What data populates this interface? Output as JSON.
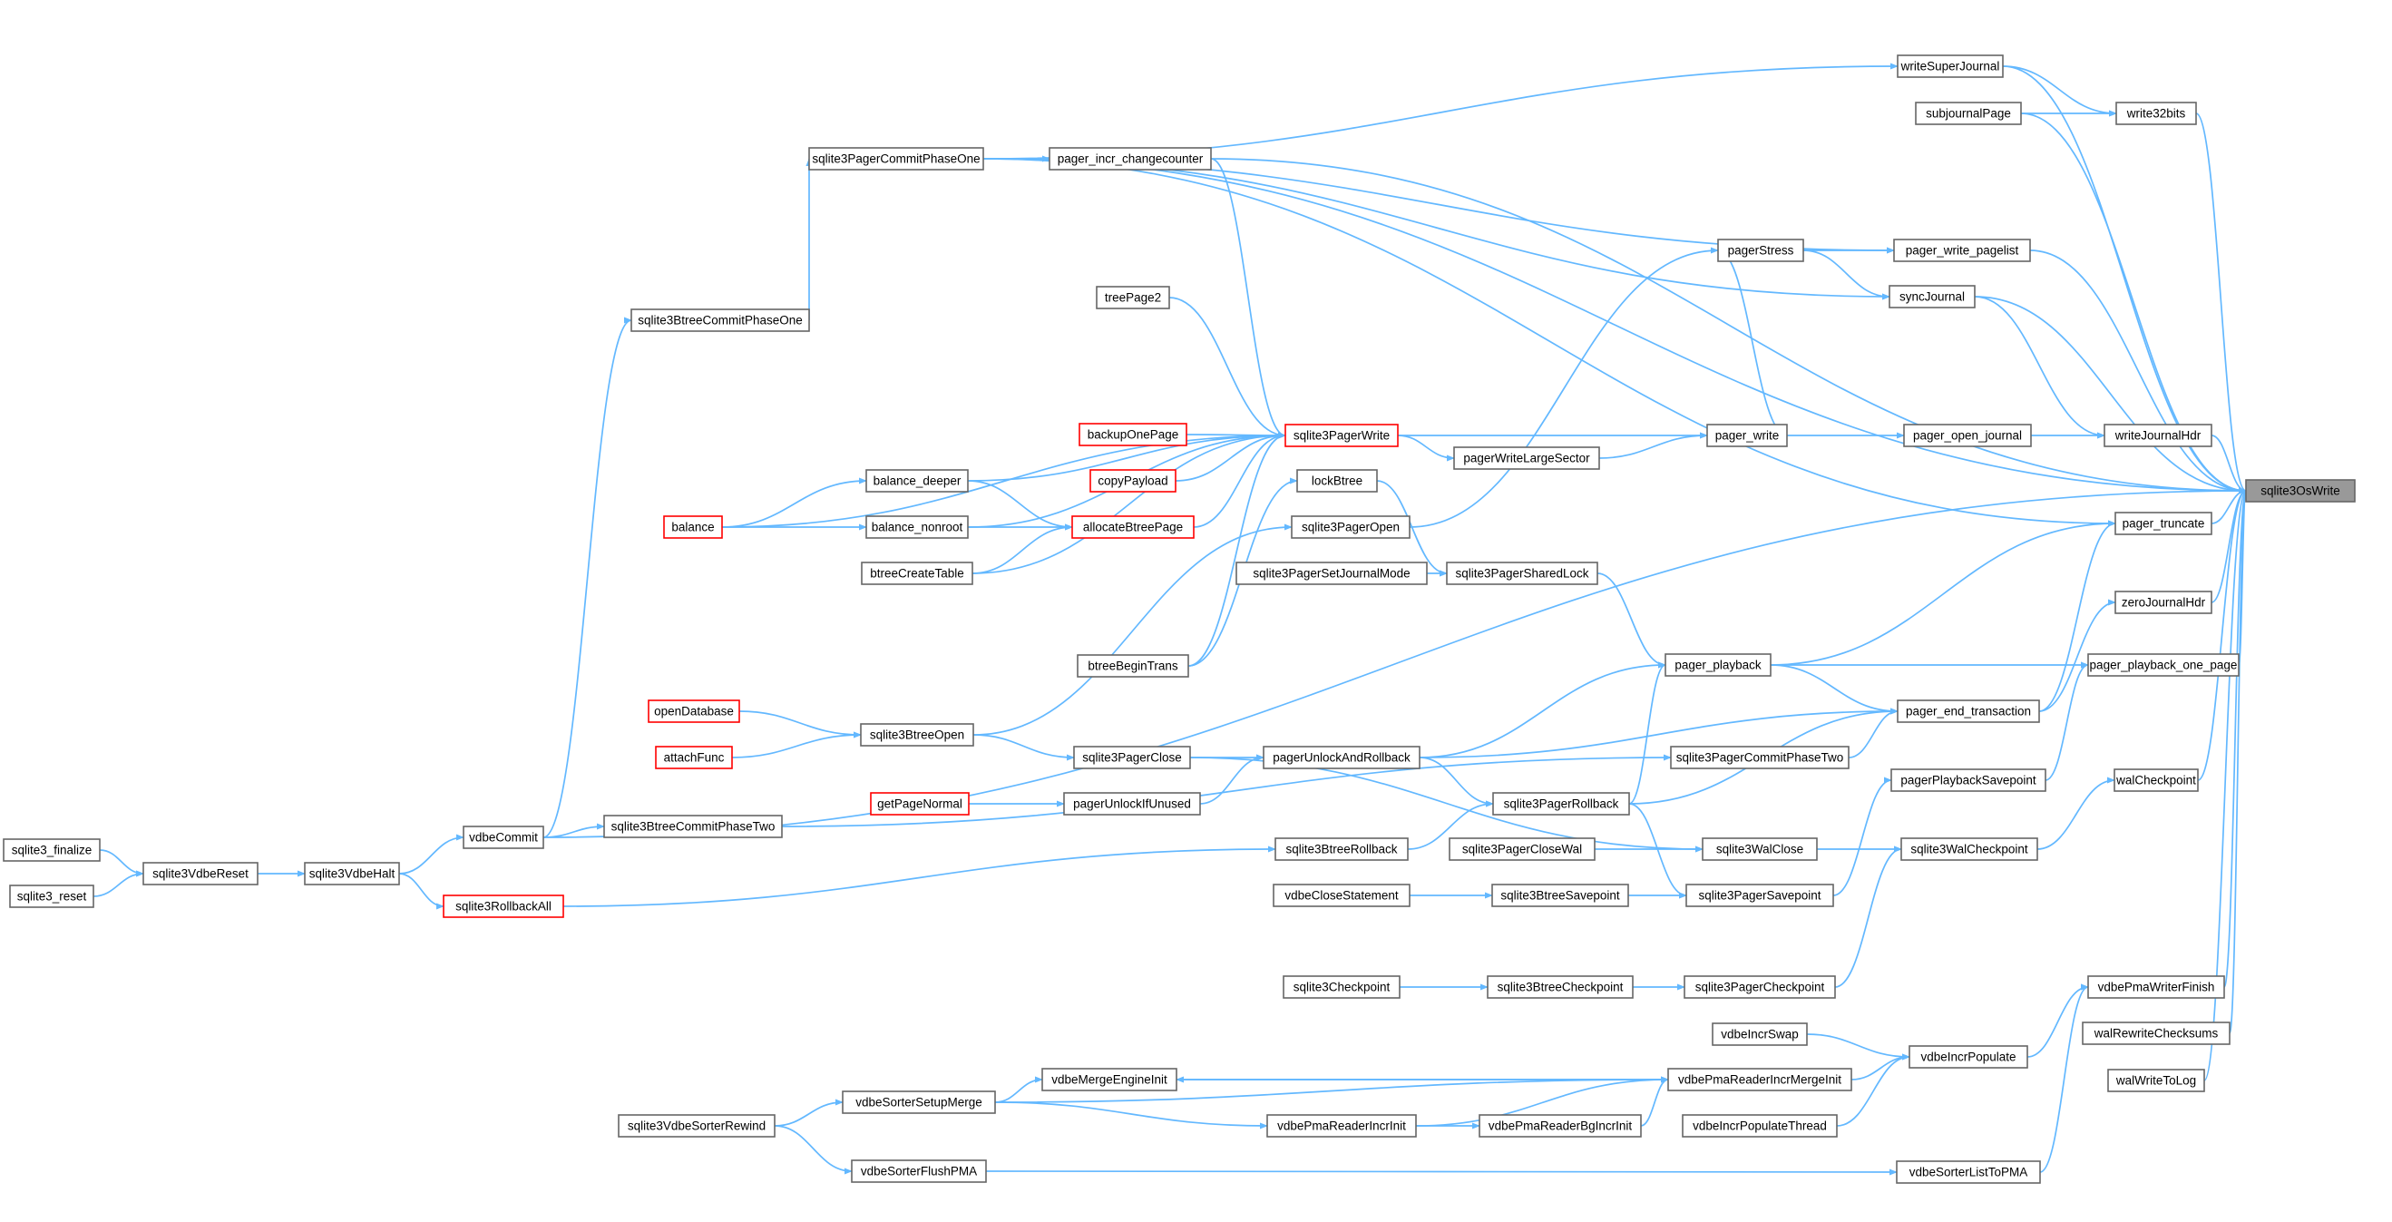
{
  "nodes": [
    {
      "id": "sqlite3OsWrite",
      "label": "sqlite3OsWrite",
      "style": "root"
    },
    {
      "id": "writeSuperJournal",
      "label": "writeSuperJournal"
    },
    {
      "id": "write32bits",
      "label": "write32bits"
    },
    {
      "id": "subjournalPage",
      "label": "subjournalPage"
    },
    {
      "id": "sqlite3PagerCommitPhaseOne",
      "label": "sqlite3PagerCommitPhaseOne"
    },
    {
      "id": "pager_incr_changecounter",
      "label": "pager_incr_changecounter"
    },
    {
      "id": "pagerStress",
      "label": "pagerStress"
    },
    {
      "id": "pager_write_pagelist",
      "label": "pager_write_pagelist"
    },
    {
      "id": "syncJournal",
      "label": "syncJournal"
    },
    {
      "id": "sqlite3BtreeCommitPhaseOne",
      "label": "sqlite3BtreeCommitPhaseOne"
    },
    {
      "id": "treePage2",
      "label": "treePage2"
    },
    {
      "id": "backupOnePage",
      "label": "backupOnePage",
      "style": "red"
    },
    {
      "id": "sqlite3PagerWrite",
      "label": "sqlite3PagerWrite",
      "style": "red"
    },
    {
      "id": "pagerWriteLargeSector",
      "label": "pagerWriteLargeSector"
    },
    {
      "id": "pager_write",
      "label": "pager_write"
    },
    {
      "id": "pager_open_journal",
      "label": "pager_open_journal"
    },
    {
      "id": "writeJournalHdr",
      "label": "writeJournalHdr"
    },
    {
      "id": "balance_deeper",
      "label": "balance_deeper"
    },
    {
      "id": "copyPayload",
      "label": "copyPayload",
      "style": "red"
    },
    {
      "id": "lockBtree",
      "label": "lockBtree"
    },
    {
      "id": "pager_truncate",
      "label": "pager_truncate"
    },
    {
      "id": "balance",
      "label": "balance",
      "style": "red"
    },
    {
      "id": "balance_nonroot",
      "label": "balance_nonroot"
    },
    {
      "id": "allocateBtreePage",
      "label": "allocateBtreePage",
      "style": "red"
    },
    {
      "id": "sqlite3PagerOpen",
      "label": "sqlite3PagerOpen"
    },
    {
      "id": "btreeCreateTable",
      "label": "btreeCreateTable"
    },
    {
      "id": "sqlite3PagerSetJournalMode",
      "label": "sqlite3PagerSetJournalMode"
    },
    {
      "id": "sqlite3PagerSharedLock",
      "label": "sqlite3PagerSharedLock"
    },
    {
      "id": "zeroJournalHdr",
      "label": "zeroJournalHdr"
    },
    {
      "id": "btreeBeginTrans",
      "label": "btreeBeginTrans"
    },
    {
      "id": "pager_playback",
      "label": "pager_playback"
    },
    {
      "id": "pager_playback_one_page",
      "label": "pager_playback_one_page"
    },
    {
      "id": "openDatabase",
      "label": "openDatabase",
      "style": "red"
    },
    {
      "id": "pager_end_transaction",
      "label": "pager_end_transaction"
    },
    {
      "id": "sqlite3BtreeOpen",
      "label": "sqlite3BtreeOpen"
    },
    {
      "id": "attachFunc",
      "label": "attachFunc",
      "style": "red"
    },
    {
      "id": "sqlite3PagerClose",
      "label": "sqlite3PagerClose"
    },
    {
      "id": "pagerUnlockAndRollback",
      "label": "pagerUnlockAndRollback"
    },
    {
      "id": "sqlite3PagerCommitPhaseTwo",
      "label": "sqlite3PagerCommitPhaseTwo"
    },
    {
      "id": "pagerPlaybackSavepoint",
      "label": "pagerPlaybackSavepoint"
    },
    {
      "id": "walCheckpoint",
      "label": "walCheckpoint"
    },
    {
      "id": "getPageNormal",
      "label": "getPageNormal",
      "style": "red"
    },
    {
      "id": "pagerUnlockIfUnused",
      "label": "pagerUnlockIfUnused"
    },
    {
      "id": "sqlite3PagerRollback",
      "label": "sqlite3PagerRollback"
    },
    {
      "id": "sqlite3_finalize",
      "label": "sqlite3_finalize"
    },
    {
      "id": "vdbeCommit",
      "label": "vdbeCommit"
    },
    {
      "id": "sqlite3BtreeCommitPhaseTwo",
      "label": "sqlite3BtreeCommitPhaseTwo"
    },
    {
      "id": "sqlite3VdbeReset",
      "label": "sqlite3VdbeReset"
    },
    {
      "id": "sqlite3VdbeHalt",
      "label": "sqlite3VdbeHalt"
    },
    {
      "id": "sqlite3BtreeRollback",
      "label": "sqlite3BtreeRollback"
    },
    {
      "id": "sqlite3PagerCloseWal",
      "label": "sqlite3PagerCloseWal"
    },
    {
      "id": "sqlite3WalClose",
      "label": "sqlite3WalClose"
    },
    {
      "id": "sqlite3WalCheckpoint",
      "label": "sqlite3WalCheckpoint"
    },
    {
      "id": "sqlite3_reset",
      "label": "sqlite3_reset"
    },
    {
      "id": "sqlite3RollbackAll",
      "label": "sqlite3RollbackAll",
      "style": "red"
    },
    {
      "id": "vdbeCloseStatement",
      "label": "vdbeCloseStatement"
    },
    {
      "id": "sqlite3BtreeSavepoint",
      "label": "sqlite3BtreeSavepoint"
    },
    {
      "id": "sqlite3PagerSavepoint",
      "label": "sqlite3PagerSavepoint"
    },
    {
      "id": "sqlite3Checkpoint",
      "label": "sqlite3Checkpoint"
    },
    {
      "id": "sqlite3BtreeCheckpoint",
      "label": "sqlite3BtreeCheckpoint"
    },
    {
      "id": "sqlite3PagerCheckpoint",
      "label": "sqlite3PagerCheckpoint"
    },
    {
      "id": "vdbePmaWriterFinish",
      "label": "vdbePmaWriterFinish"
    },
    {
      "id": "vdbeIncrSwap",
      "label": "vdbeIncrSwap"
    },
    {
      "id": "walRewriteChecksums",
      "label": "walRewriteChecksums"
    },
    {
      "id": "vdbeIncrPopulate",
      "label": "vdbeIncrPopulate"
    },
    {
      "id": "vdbeMergeEngineInit",
      "label": "vdbeMergeEngineInit"
    },
    {
      "id": "vdbePmaReaderIncrMergeInit",
      "label": "vdbePmaReaderIncrMergeInit"
    },
    {
      "id": "walWriteToLog",
      "label": "walWriteToLog"
    },
    {
      "id": "vdbeSorterSetupMerge",
      "label": "vdbeSorterSetupMerge"
    },
    {
      "id": "sqlite3VdbeSorterRewind",
      "label": "sqlite3VdbeSorterRewind"
    },
    {
      "id": "vdbePmaReaderIncrInit",
      "label": "vdbePmaReaderIncrInit"
    },
    {
      "id": "vdbePmaReaderBgIncrInit",
      "label": "vdbePmaReaderBgIncrInit"
    },
    {
      "id": "vdbeIncrPopulateThread",
      "label": "vdbeIncrPopulateThread"
    },
    {
      "id": "vdbeSorterFlushPMA",
      "label": "vdbeSorterFlushPMA"
    },
    {
      "id": "vdbeSorterListToPMA",
      "label": "vdbeSorterListToPMA"
    }
  ],
  "edges": [
    [
      "write32bits",
      "sqlite3OsWrite"
    ],
    [
      "writeSuperJournal",
      "write32bits"
    ],
    [
      "writeSuperJournal",
      "sqlite3OsWrite"
    ],
    [
      "subjournalPage",
      "write32bits"
    ],
    [
      "subjournalPage",
      "sqlite3OsWrite"
    ],
    [
      "sqlite3PagerCommitPhaseOne",
      "writeSuperJournal"
    ],
    [
      "sqlite3PagerCommitPhaseOne",
      "pager_incr_changecounter"
    ],
    [
      "sqlite3PagerCommitPhaseOne",
      "pager_write_pagelist"
    ],
    [
      "sqlite3PagerCommitPhaseOne",
      "syncJournal"
    ],
    [
      "sqlite3PagerCommitPhaseOne",
      "pager_truncate"
    ],
    [
      "sqlite3PagerCommitPhaseOne",
      "sqlite3OsWrite"
    ],
    [
      "pager_incr_changecounter",
      "sqlite3OsWrite"
    ],
    [
      "pager_incr_changecounter",
      "sqlite3PagerWrite"
    ],
    [
      "pagerStress",
      "pager_write_pagelist"
    ],
    [
      "pagerStress",
      "syncJournal"
    ],
    [
      "pager_write_pagelist",
      "sqlite3OsWrite"
    ],
    [
      "syncJournal",
      "sqlite3OsWrite"
    ],
    [
      "syncJournal",
      "writeJournalHdr"
    ],
    [
      "sqlite3BtreeCommitPhaseOne",
      "sqlite3PagerCommitPhaseOne"
    ],
    [
      "treePage2",
      "sqlite3PagerWrite"
    ],
    [
      "backupOnePage",
      "sqlite3PagerWrite"
    ],
    [
      "sqlite3PagerWrite",
      "pagerWriteLargeSector"
    ],
    [
      "sqlite3PagerWrite",
      "pager_write"
    ],
    [
      "pagerWriteLargeSector",
      "pager_write"
    ],
    [
      "pager_write",
      "pager_open_journal"
    ],
    [
      "pager_write",
      "pagerStress"
    ],
    [
      "pager_open_journal",
      "writeJournalHdr"
    ],
    [
      "writeJournalHdr",
      "sqlite3OsWrite"
    ],
    [
      "balance_deeper",
      "sqlite3PagerWrite"
    ],
    [
      "balance_deeper",
      "allocateBtreePage"
    ],
    [
      "copyPayload",
      "sqlite3PagerWrite"
    ],
    [
      "lockBtree",
      "sqlite3PagerSharedLock"
    ],
    [
      "pager_truncate",
      "sqlite3OsWrite"
    ],
    [
      "balance",
      "balance_deeper"
    ],
    [
      "balance",
      "balance_nonroot"
    ],
    [
      "balance",
      "sqlite3PagerWrite"
    ],
    [
      "balance_nonroot",
      "allocateBtreePage"
    ],
    [
      "balance_nonroot",
      "sqlite3PagerWrite"
    ],
    [
      "allocateBtreePage",
      "sqlite3PagerWrite"
    ],
    [
      "sqlite3PagerOpen",
      "pagerStress"
    ],
    [
      "btreeCreateTable",
      "allocateBtreePage"
    ],
    [
      "btreeCreateTable",
      "sqlite3PagerWrite"
    ],
    [
      "sqlite3PagerSetJournalMode",
      "sqlite3PagerSharedLock"
    ],
    [
      "sqlite3PagerSharedLock",
      "pager_playback"
    ],
    [
      "zeroJournalHdr",
      "sqlite3OsWrite"
    ],
    [
      "btreeBeginTrans",
      "lockBtree"
    ],
    [
      "btreeBeginTrans",
      "sqlite3PagerWrite"
    ],
    [
      "pager_playback",
      "pager_truncate"
    ],
    [
      "pager_playback",
      "pager_playback_one_page"
    ],
    [
      "pager_playback",
      "pager_end_transaction"
    ],
    [
      "pager_playback_one_page",
      "sqlite3OsWrite"
    ],
    [
      "openDatabase",
      "sqlite3BtreeOpen"
    ],
    [
      "attachFunc",
      "sqlite3BtreeOpen"
    ],
    [
      "pager_end_transaction",
      "pager_truncate"
    ],
    [
      "pager_end_transaction",
      "zeroJournalHdr"
    ],
    [
      "sqlite3BtreeOpen",
      "sqlite3PagerOpen"
    ],
    [
      "sqlite3BtreeOpen",
      "sqlite3PagerClose"
    ],
    [
      "sqlite3PagerClose",
      "pagerUnlockAndRollback"
    ],
    [
      "sqlite3PagerClose",
      "sqlite3WalClose"
    ],
    [
      "pagerUnlockAndRollback",
      "pager_end_transaction"
    ],
    [
      "pagerUnlockAndRollback",
      "sqlite3PagerRollback"
    ],
    [
      "pagerUnlockAndRollback",
      "pager_playback"
    ],
    [
      "sqlite3PagerCommitPhaseTwo",
      "pager_end_transaction"
    ],
    [
      "pagerPlaybackSavepoint",
      "pager_playback_one_page"
    ],
    [
      "walCheckpoint",
      "sqlite3OsWrite"
    ],
    [
      "getPageNormal",
      "pagerUnlockIfUnused"
    ],
    [
      "pagerUnlockIfUnused",
      "pagerUnlockAndRollback"
    ],
    [
      "sqlite3PagerRollback",
      "pager_playback"
    ],
    [
      "sqlite3PagerRollback",
      "pager_end_transaction"
    ],
    [
      "sqlite3PagerRollback",
      "sqlite3PagerSavepoint"
    ],
    [
      "sqlite3_finalize",
      "sqlite3VdbeReset"
    ],
    [
      "vdbeCommit",
      "sqlite3BtreeCommitPhaseOne"
    ],
    [
      "vdbeCommit",
      "sqlite3BtreeCommitPhaseTwo"
    ],
    [
      "vdbeCommit",
      "sqlite3OsWrite"
    ],
    [
      "sqlite3BtreeCommitPhaseTwo",
      "sqlite3PagerCommitPhaseTwo"
    ],
    [
      "sqlite3VdbeReset",
      "sqlite3VdbeHalt"
    ],
    [
      "sqlite3VdbeHalt",
      "vdbeCommit"
    ],
    [
      "sqlite3VdbeHalt",
      "sqlite3RollbackAll"
    ],
    [
      "sqlite3BtreeRollback",
      "sqlite3PagerRollback"
    ],
    [
      "sqlite3PagerCloseWal",
      "sqlite3WalClose"
    ],
    [
      "sqlite3WalClose",
      "sqlite3WalCheckpoint"
    ],
    [
      "sqlite3WalCheckpoint",
      "walCheckpoint"
    ],
    [
      "sqlite3_reset",
      "sqlite3VdbeReset"
    ],
    [
      "sqlite3RollbackAll",
      "sqlite3BtreeRollback"
    ],
    [
      "vdbeCloseStatement",
      "sqlite3BtreeSavepoint"
    ],
    [
      "sqlite3BtreeSavepoint",
      "sqlite3PagerSavepoint"
    ],
    [
      "sqlite3PagerSavepoint",
      "pagerPlaybackSavepoint"
    ],
    [
      "sqlite3Checkpoint",
      "sqlite3BtreeCheckpoint"
    ],
    [
      "sqlite3BtreeCheckpoint",
      "sqlite3PagerCheckpoint"
    ],
    [
      "sqlite3PagerCheckpoint",
      "sqlite3WalCheckpoint"
    ],
    [
      "vdbePmaWriterFinish",
      "sqlite3OsWrite"
    ],
    [
      "vdbeIncrSwap",
      "vdbeIncrPopulate"
    ],
    [
      "walRewriteChecksums",
      "sqlite3OsWrite"
    ],
    [
      "vdbeIncrPopulate",
      "vdbePmaWriterFinish"
    ],
    [
      "vdbeMergeEngineInit",
      "vdbePmaReaderIncrMergeInit"
    ],
    [
      "vdbePmaReaderIncrMergeInit",
      "vdbeIncrPopulate"
    ],
    [
      "vdbePmaReaderIncrMergeInit",
      "vdbeMergeEngineInit"
    ],
    [
      "walWriteToLog",
      "sqlite3OsWrite"
    ],
    [
      "vdbeSorterSetupMerge",
      "vdbeMergeEngineInit"
    ],
    [
      "vdbeSorterSetupMerge",
      "vdbePmaReaderIncrInit"
    ],
    [
      "vdbeSorterSetupMerge",
      "vdbePmaReaderIncrMergeInit"
    ],
    [
      "sqlite3VdbeSorterRewind",
      "vdbeSorterSetupMerge"
    ],
    [
      "sqlite3VdbeSorterRewind",
      "vdbeSorterFlushPMA"
    ],
    [
      "vdbePmaReaderIncrInit",
      "vdbePmaReaderBgIncrInit"
    ],
    [
      "vdbePmaReaderIncrInit",
      "vdbePmaReaderIncrMergeInit"
    ],
    [
      "vdbePmaReaderBgIncrInit",
      "vdbePmaReaderIncrMergeInit"
    ],
    [
      "vdbeIncrPopulateThread",
      "vdbeIncrPopulate"
    ],
    [
      "vdbeSorterFlushPMA",
      "vdbeSorterListToPMA"
    ],
    [
      "vdbeSorterListToPMA",
      "vdbePmaWriterFinish"
    ]
  ],
  "colors": {
    "edge": "#63b8ff",
    "node_border": "#666666",
    "highlight_border": "#ff0000",
    "root_fill": "#999999"
  }
}
